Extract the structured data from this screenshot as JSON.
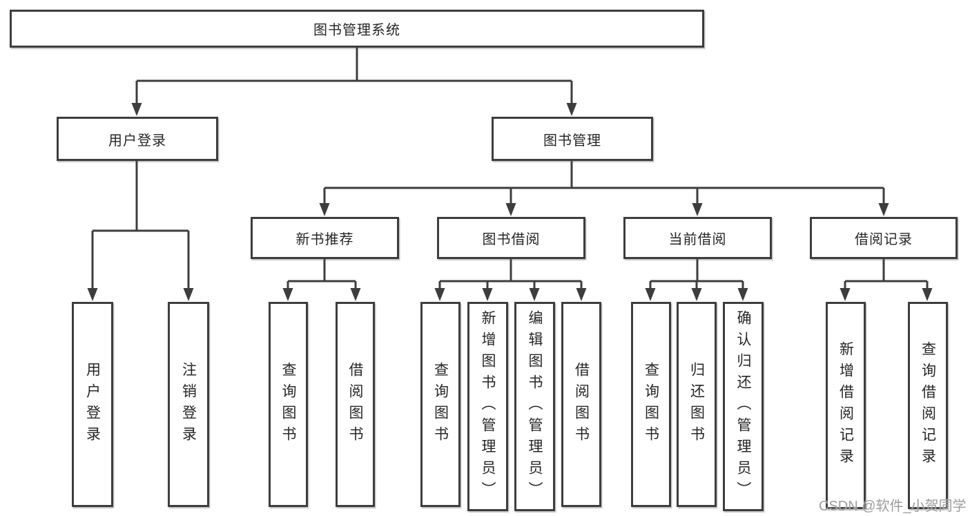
{
  "diagram": {
    "title": "图书管理系统",
    "nodes": {
      "root": "图书管理系统",
      "branches": [
        "用户登录",
        "图书管理"
      ],
      "modules": [
        "新书推荐",
        "图书借阅",
        "当前借阅",
        "借阅记录"
      ],
      "leaves": [
        "用户登录",
        "注销登录",
        "查询图书",
        "借阅图书",
        "查询图书",
        "新增图书（管理员）",
        "编辑图书（管理员）",
        "借阅图书",
        "查询图书",
        "归还图书",
        "确认归还（管理员）",
        "新增借阅记录",
        "查询借阅记录"
      ]
    }
  },
  "watermark": {
    "text": "CSDN @软件_小贺同学"
  },
  "colors": {
    "line": "#3d3d3d",
    "text": "#262626",
    "watermark": "#9c9c9c",
    "box_fill": "#ffffff",
    "background": "#ffffff"
  }
}
